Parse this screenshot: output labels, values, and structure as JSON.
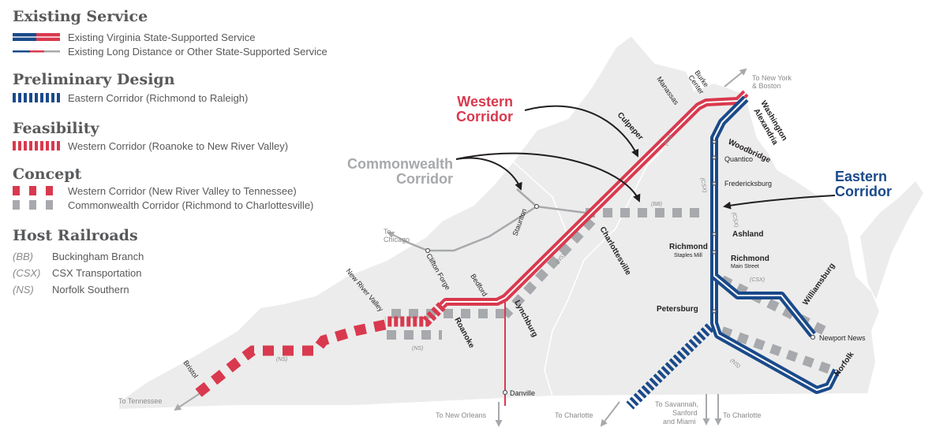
{
  "legend": {
    "existing": {
      "title": "Existing Service",
      "items": [
        {
          "label": "Existing Virginia State-Supported Service"
        },
        {
          "label": "Existing Long Distance or Other State-Supported Service"
        }
      ]
    },
    "preliminary": {
      "title": "Preliminary Design",
      "items": [
        {
          "label": "Eastern Corridor (Richmond to Raleigh)"
        }
      ]
    },
    "feasibility": {
      "title": "Feasibility",
      "items": [
        {
          "label": "Western Corridor (Roanoke to New River Valley)"
        }
      ]
    },
    "concept": {
      "title": "Concept",
      "items": [
        {
          "label": "Western Corridor (New River Valley to Tennessee)"
        },
        {
          "label": "Commonwealth Corridor (Richmond to Charlottesville)"
        }
      ]
    },
    "host": {
      "title": "Host Railroads",
      "items": [
        {
          "abbr": "(BB)",
          "label": "Buckingham Branch"
        },
        {
          "abbr": "(CSX)",
          "label": "CSX Transportation"
        },
        {
          "abbr": "(NS)",
          "label": "Norfolk Southern"
        }
      ]
    }
  },
  "corridors": {
    "western_1": "Western",
    "western_2": "Corridor",
    "commonwealth_1": "Commonwealth",
    "commonwealth_2": "Corridor",
    "eastern_1": "Eastern",
    "eastern_2": "Corridor"
  },
  "cities": {
    "washington": "Washington",
    "alexandria": "Alexandria",
    "burke_center_1": "Burke",
    "burke_center_2": "Center",
    "manassas": "Manassas",
    "culpeper": "Culpeper",
    "woodbridge": "Woodbridge",
    "quantico": "Quantico",
    "fredericksburg": "Fredericksburg",
    "ashland": "Ashland",
    "richmond_staples": "Richmond",
    "staples_mill": "Staples Mill",
    "richmond_main": "Richmond",
    "main_street": "Main Street",
    "williamsburg": "Williamsburg",
    "newport_news": "Newport News",
    "norfolk": "Norfolk",
    "petersburg": "Petersburg",
    "charlottesville": "Charlottesville",
    "staunton": "Staunton",
    "clifton_forge": "Clifton Forge",
    "lynchburg": "Lynchburg",
    "bedford": "Bedford",
    "roanoke": "Roanoke",
    "new_river_valley": "New River Valley",
    "bristol": "Bristol",
    "danville": "Danville"
  },
  "destinations": {
    "new_york_1": "To New York",
    "new_york_2": "& Boston",
    "chicago_1": "To",
    "chicago_2": "Chicago",
    "tennessee": "To Tennessee",
    "new_orleans": "To New Orleans",
    "charlotte_w": "To Charlotte",
    "savannah_1": "To Savannah,",
    "savannah_2": "Sanford",
    "savannah_3": "and Miami",
    "charlotte_e": "To Charlotte"
  },
  "railroad_tags": {
    "ns_culpeper": "(NS)",
    "csx_fredericksburg": "(CSX)",
    "bb_commonwealth": "(BB)",
    "csx_richmond": "(CSX)",
    "csx_williamsburg": "(CSX)",
    "ns_norfolk": "(NS)",
    "ns_lynchburg": "(NS)",
    "ns_roanoke": "(NS)",
    "ns_western": "(NS)"
  },
  "colors": {
    "virginia_red": "#d9394e",
    "eastern_blue": "#1a4a8a",
    "gray_line": "#a7a9ac",
    "state_fill": "#ececec",
    "heading": "#58595b",
    "label_dark": "#231f20"
  }
}
